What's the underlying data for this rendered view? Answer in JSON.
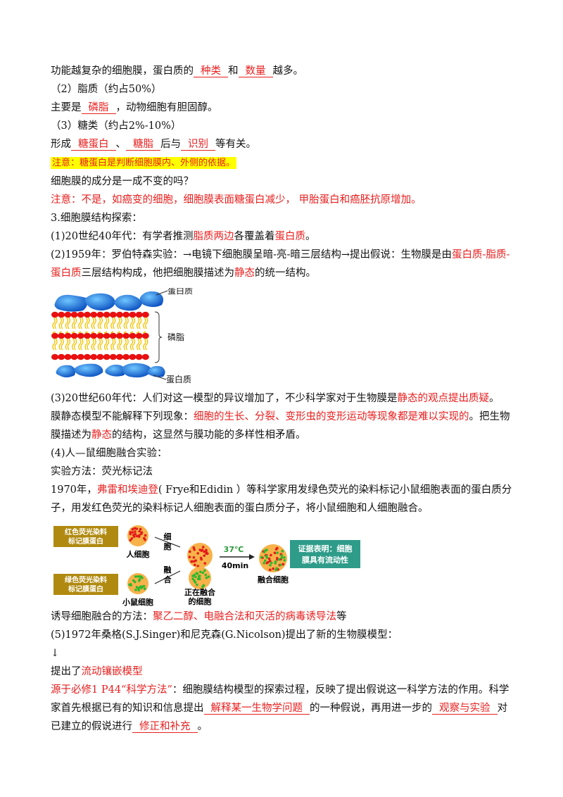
{
  "l1": {
    "pre": "功能越复杂的细胞膜，蛋白质的",
    "a": "种类",
    "mid": "和",
    "b": "数量",
    "post": "越多。"
  },
  "l2": "（2）脂质（约占50%）",
  "l3": {
    "pre": "主要是",
    "a": "磷脂",
    "post": "，动物细胞有胆固醇。"
  },
  "l4": "（3）糖类（约占2%-10%）",
  "l5": {
    "pre": "形成",
    "a": "糖蛋白",
    "sep": "、",
    "b": "糖脂",
    "mid": "后与",
    "c": "识别",
    "post": "等有关。"
  },
  "note1": "注意：糖蛋白是判断细胞膜内、外侧的依据。",
  "q1": "细胞膜的成分是一成不变的吗？",
  "ans1": "注意：不是，如癌变的细胞，细胞膜表面糖蛋白减少，  甲胎蛋白和癌胚抗原增加。",
  "h3": "3.细胞膜结构探索：",
  "p1": {
    "pre": "(1)20世纪40年代：有学者推测",
    "a": "脂质两边",
    "mid": "各覆盖着",
    "b": "蛋白质",
    "post": "。"
  },
  "p2": {
    "pre": "(2)1959年：罗伯特森实验：→电镜下细胞膜呈暗-亮-暗三层结构→提出假说：生物膜是由",
    "a": "蛋白质-脂质-蛋白质",
    "mid": "三层结构构成，他把细胞膜描述为",
    "b": "静态",
    "post": "的统一结构。"
  },
  "fig1": {
    "top": "蛋白质",
    "mid": "磷脂",
    "bottom": "蛋白质"
  },
  "p3": {
    "pre": "(3)20世纪60年代：人们对这一模型的异议增加了，不少科学家对于生物膜是",
    "a": "静态的观点提出质疑",
    "post": "。"
  },
  "p4": {
    "pre": "膜静态模型不能解释下列现象：",
    "a": "细胞的生长、分裂、变形虫的变形运动等现象都是难以实现的",
    "mid": "。把生物膜描述为",
    "b": "静态",
    "post": "的结构，这显然与膜功能的多样性相矛盾。"
  },
  "p5": "(4)人—鼠细胞融合实验：",
  "p6": "实验方法：荧光标记法",
  "p7": {
    "pre": "1970年，",
    "a": "弗雷和埃迪登",
    "post": "( Frye和Edidin ）等科学家用发绿色荧光的染料标记小鼠细胞表面的蛋白质分子，用发红色荧光的染料标记人细胞表面的蛋白质分子，将小鼠细胞和人细胞融合。"
  },
  "fig2": {
    "red_box": [
      "红色荧光染料",
      "标记膜蛋白"
    ],
    "green_box": [
      "绿色荧光染料",
      "标记膜蛋白"
    ],
    "human": "人细胞",
    "mouse": "小鼠细胞",
    "fuse_a": [
      "细",
      "胞"
    ],
    "fuse_b": [
      "融",
      "合"
    ],
    "fusing": [
      "正在融合",
      "的细胞"
    ],
    "temp": "37℃",
    "time": "40min",
    "fused": "融合细胞",
    "evidence": [
      "证据表明：细胞",
      "膜具有流动性"
    ]
  },
  "p8": {
    "pre": "诱导细胞融合的方法：",
    "a": "聚乙二醇、电融合法和灭活的病毒诱导法",
    "post": "等"
  },
  "p9": "(5)1972年桑格(S.J.Singer)和尼克森(G.Nicolson)提出了新的生物膜模型：",
  "arrow": "↓",
  "p10": {
    "pre": "提出了",
    "a": "流动镶嵌模型"
  },
  "p11": {
    "a": "源于必修1 P44“科学方法”",
    "t1": "：细胞膜结构模型的探索过程，反映了提出假说这一科学方法的作用。科学家首先根据已有的知识和信息提出",
    "u1": "解释某一生物学问题",
    "t2": "的一种假说，再用进一步的",
    "u2": "观察与实验",
    "t3": "对已建立的假说进行",
    "u3": "修正和补充",
    "t4": "。"
  },
  "colors": {
    "red": "#e8201f",
    "highlight": "#ffff00",
    "protein": "#1a6fd6",
    "phospholipid_head": "#e81010",
    "tail": "#f2c300",
    "label_box": "#b08a10",
    "evidence_box": "#2f9c8a"
  }
}
